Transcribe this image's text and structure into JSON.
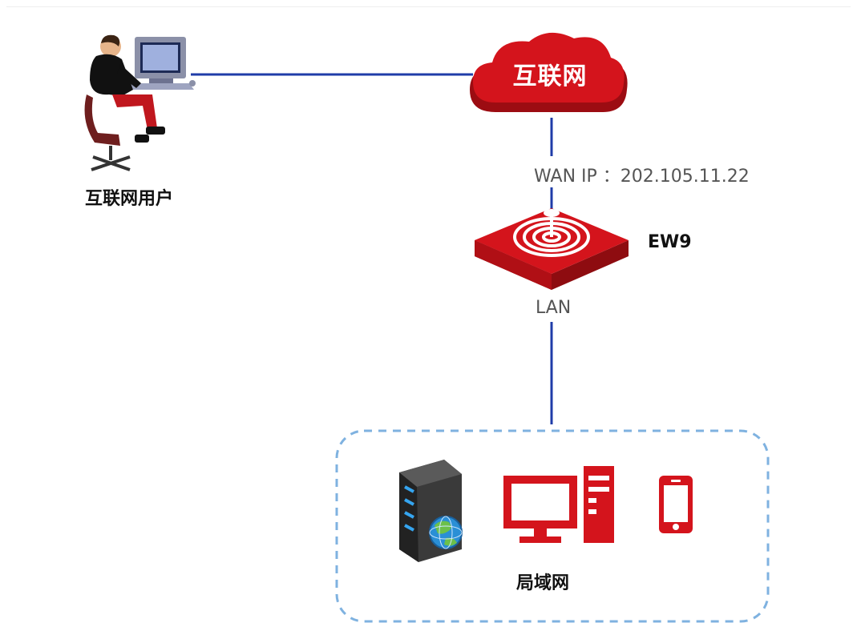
{
  "nodes": {
    "internet_user": {
      "label": "互联网用户",
      "icon": "user-at-computer-icon"
    },
    "internet": {
      "label": "互联网",
      "icon": "cloud-icon"
    },
    "router": {
      "label": "EW9",
      "icon": "router-icon"
    },
    "lan": {
      "label": "局域网",
      "devices": [
        "server-icon",
        "desktop-computer-icon",
        "smartphone-icon"
      ]
    }
  },
  "links": {
    "wan_label": "WAN IP ：202.105.11.22",
    "lan_label": "LAN"
  },
  "colors": {
    "link": "#1f3ca8",
    "device_red": "#d0141c",
    "lan_border": "#7fb2e0"
  }
}
